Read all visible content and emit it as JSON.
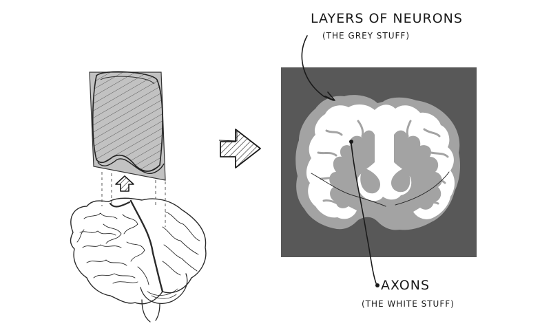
{
  "labels": {
    "neurons_title": "LAYERS OF NEURONS",
    "neurons_note": "(THE GREY STUFF)",
    "axons_title": "AXONS",
    "axons_note": "(THE WHITE STUFF)"
  },
  "colors": {
    "background": "#ffffff",
    "ink": "#1a1a1a",
    "panel": "#585858",
    "grey_matter": "#a3a3a3",
    "white_matter": "#ffffff",
    "slice_sheet": "#c2c2c2"
  },
  "icons": {
    "up_arrow": "up-arrow-icon",
    "right_arrow": "right-arrow-icon"
  }
}
